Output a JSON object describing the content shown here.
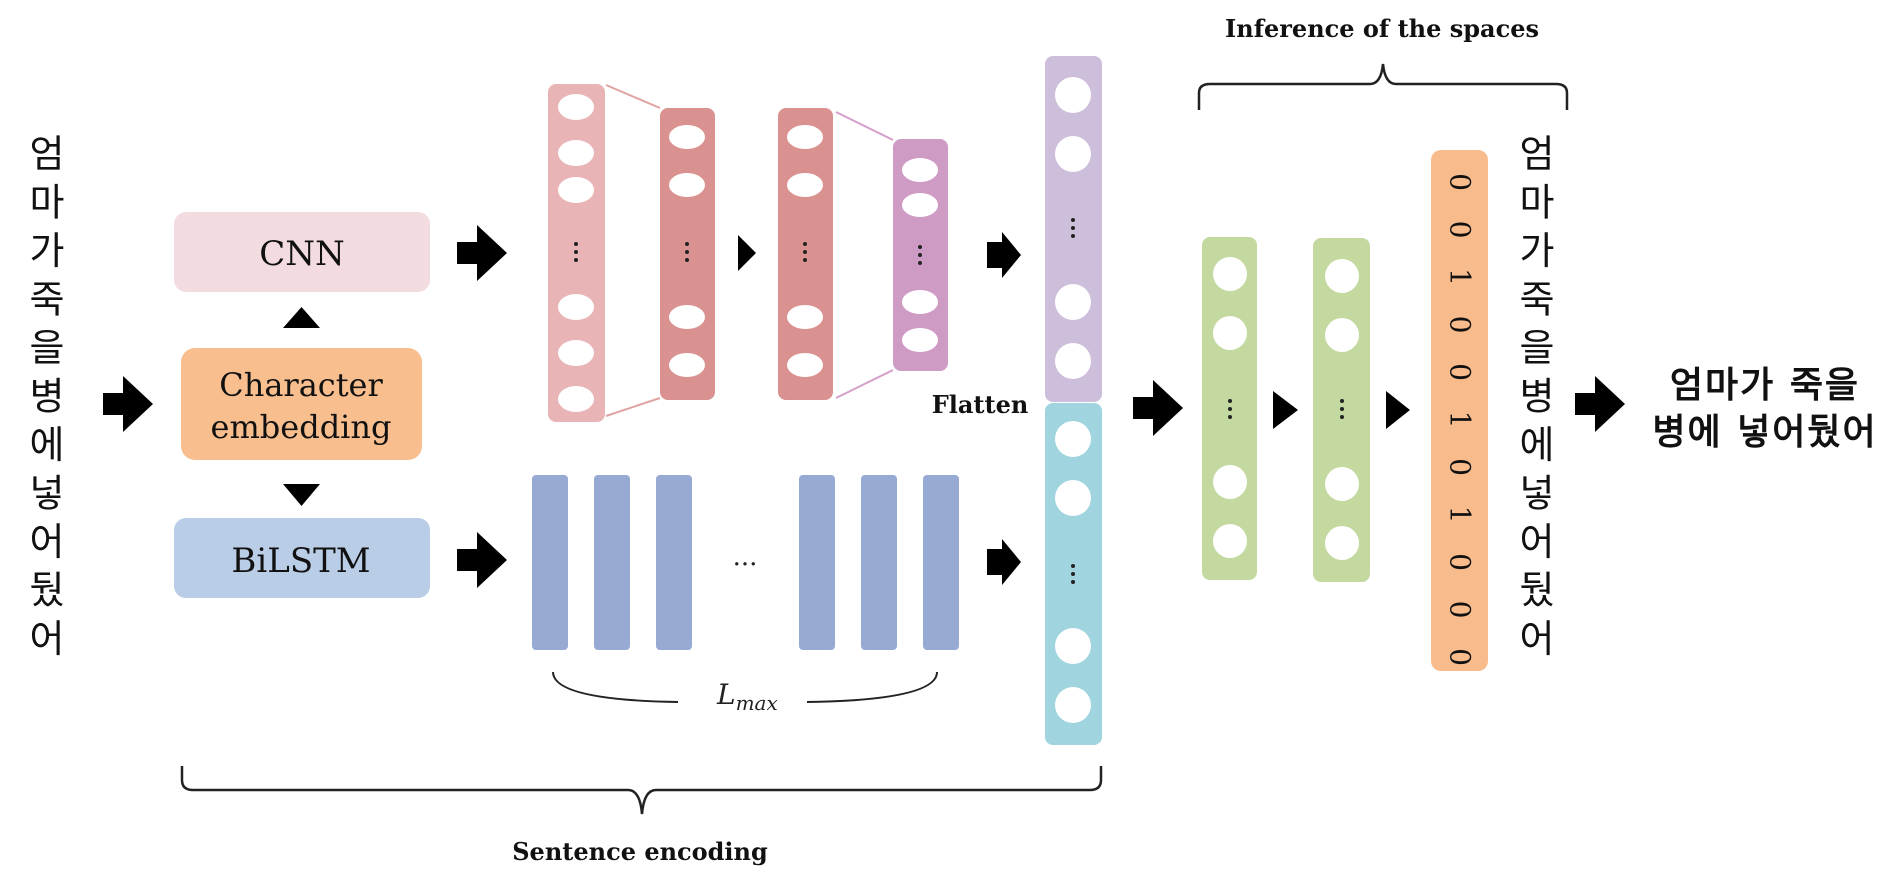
{
  "input_sentence_chars": [
    "엄",
    "마",
    "가",
    "죽",
    "을",
    "병",
    "에",
    "넣",
    "어",
    "뒀",
    "어"
  ],
  "output_sentence_chars": [
    "엄",
    "마",
    "가",
    "죽",
    "을",
    "병",
    "에",
    "넣",
    "어",
    "뒀",
    "어"
  ],
  "result_line1": "엄마가 죽을",
  "result_line2": "병에 넣어뒀어",
  "cnn_label": "CNN",
  "char_embedding_label_1": "Character",
  "char_embedding_label_2": "embedding",
  "bilstm_label": "BiLSTM",
  "flatten_label": "Flatten",
  "lmax_label": "L",
  "lmax_subscript": "max",
  "ellipsis_horizontal": "...",
  "sentence_encoding_label": "Sentence encoding",
  "inference_label": "Inference of the spaces",
  "binary_output": [
    "0",
    "0",
    "1",
    "0",
    "0",
    "1",
    "0",
    "1",
    "0",
    "0",
    "0"
  ],
  "colors": {
    "cnn_box": "#f2dcdf",
    "char_embedding_box": "#f8be8e",
    "bilstm_box": "#b9cde6",
    "cnn_layer1": "#e8b4b5",
    "cnn_layer2": "#da9290",
    "cnn_layer4": "#ce9bc5",
    "lstm_bars": "#96aad4",
    "flatten_top": "#cdbfdc",
    "flatten_bottom": "#a0d4df",
    "dense": "#c4d9a0",
    "binary_col": "#f8bb8b"
  }
}
